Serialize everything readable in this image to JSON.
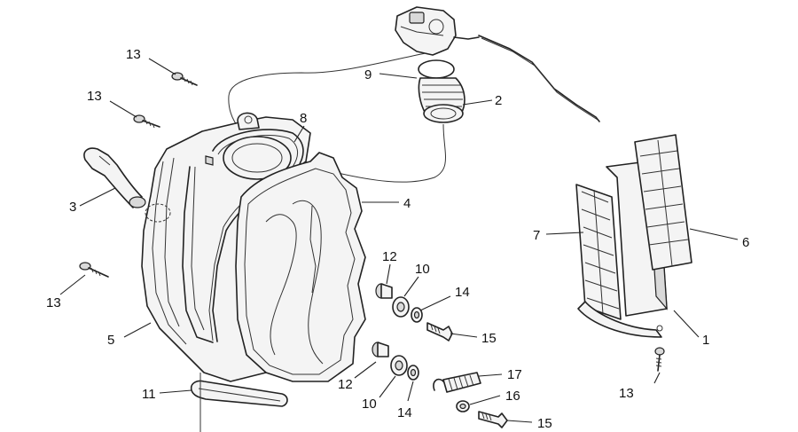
{
  "callouts": [
    {
      "id": "c-13a",
      "text": "13"
    },
    {
      "id": "c-13b",
      "text": "13"
    },
    {
      "id": "c-13c",
      "text": "13"
    },
    {
      "id": "c-13d",
      "text": "13"
    },
    {
      "id": "c-9",
      "text": "9"
    },
    {
      "id": "c-2",
      "text": "2"
    },
    {
      "id": "c-8",
      "text": "8"
    },
    {
      "id": "c-3",
      "text": "3"
    },
    {
      "id": "c-4",
      "text": "4"
    },
    {
      "id": "c-7",
      "text": "7"
    },
    {
      "id": "c-6",
      "text": "6"
    },
    {
      "id": "c-12a",
      "text": "12"
    },
    {
      "id": "c-10a",
      "text": "10"
    },
    {
      "id": "c-14a",
      "text": "14"
    },
    {
      "id": "c-15a",
      "text": "15"
    },
    {
      "id": "c-1",
      "text": "1"
    },
    {
      "id": "c-5",
      "text": "5"
    },
    {
      "id": "c-17",
      "text": "17"
    },
    {
      "id": "c-12b",
      "text": "12"
    },
    {
      "id": "c-16",
      "text": "16"
    },
    {
      "id": "c-11",
      "text": "11"
    },
    {
      "id": "c-10b",
      "text": "10"
    },
    {
      "id": "c-14b",
      "text": "14"
    },
    {
      "id": "c-15b",
      "text": "15"
    }
  ]
}
